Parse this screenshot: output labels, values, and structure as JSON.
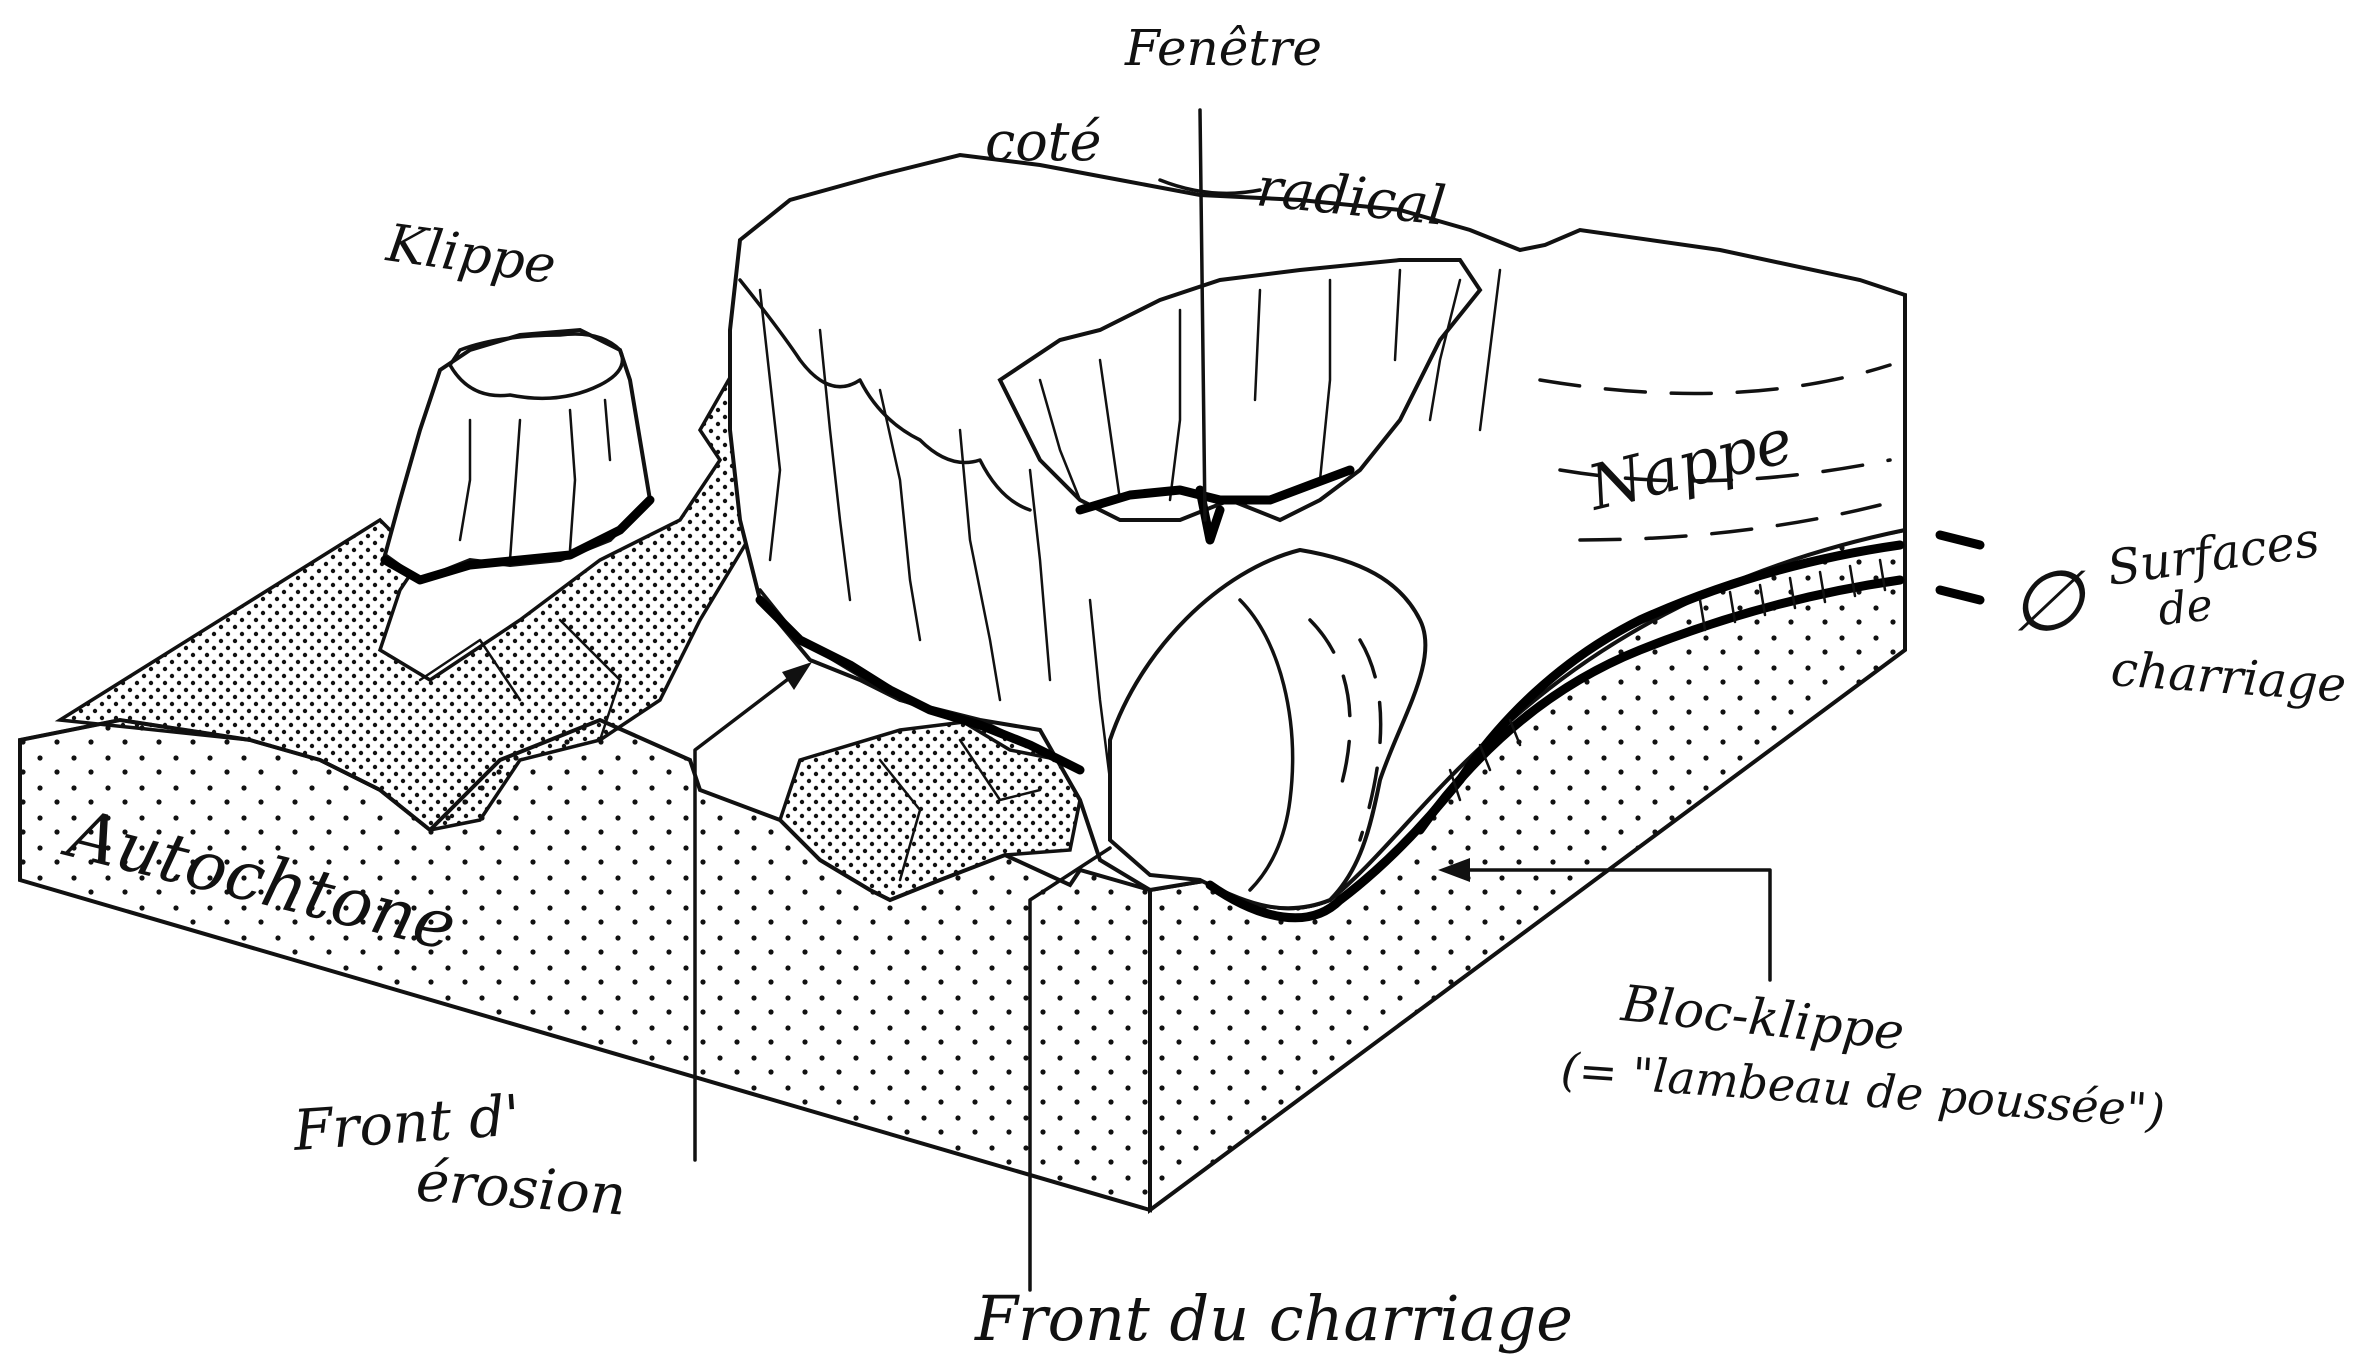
{
  "labels": {
    "fenetre": "Fenêtre",
    "cote": "coté",
    "radical": "radical",
    "klippe": "Klippe",
    "nappe": "Nappe",
    "phi": "∅",
    "surfaces_line1": "Surfaces",
    "surfaces_line2": "de",
    "surfaces_line3": "charriage",
    "autochtone": "Autochtone",
    "front_erosion_line1": "Front d'",
    "front_erosion_line2": "érosion",
    "bloc_klippe_line1": "Bloc-klippe",
    "bloc_klippe_line2": "(= \"lambeau de poussée\")",
    "front_charriage": "Front du charriage"
  },
  "colors": {
    "ink": "#111111",
    "paper": "#ffffff"
  }
}
